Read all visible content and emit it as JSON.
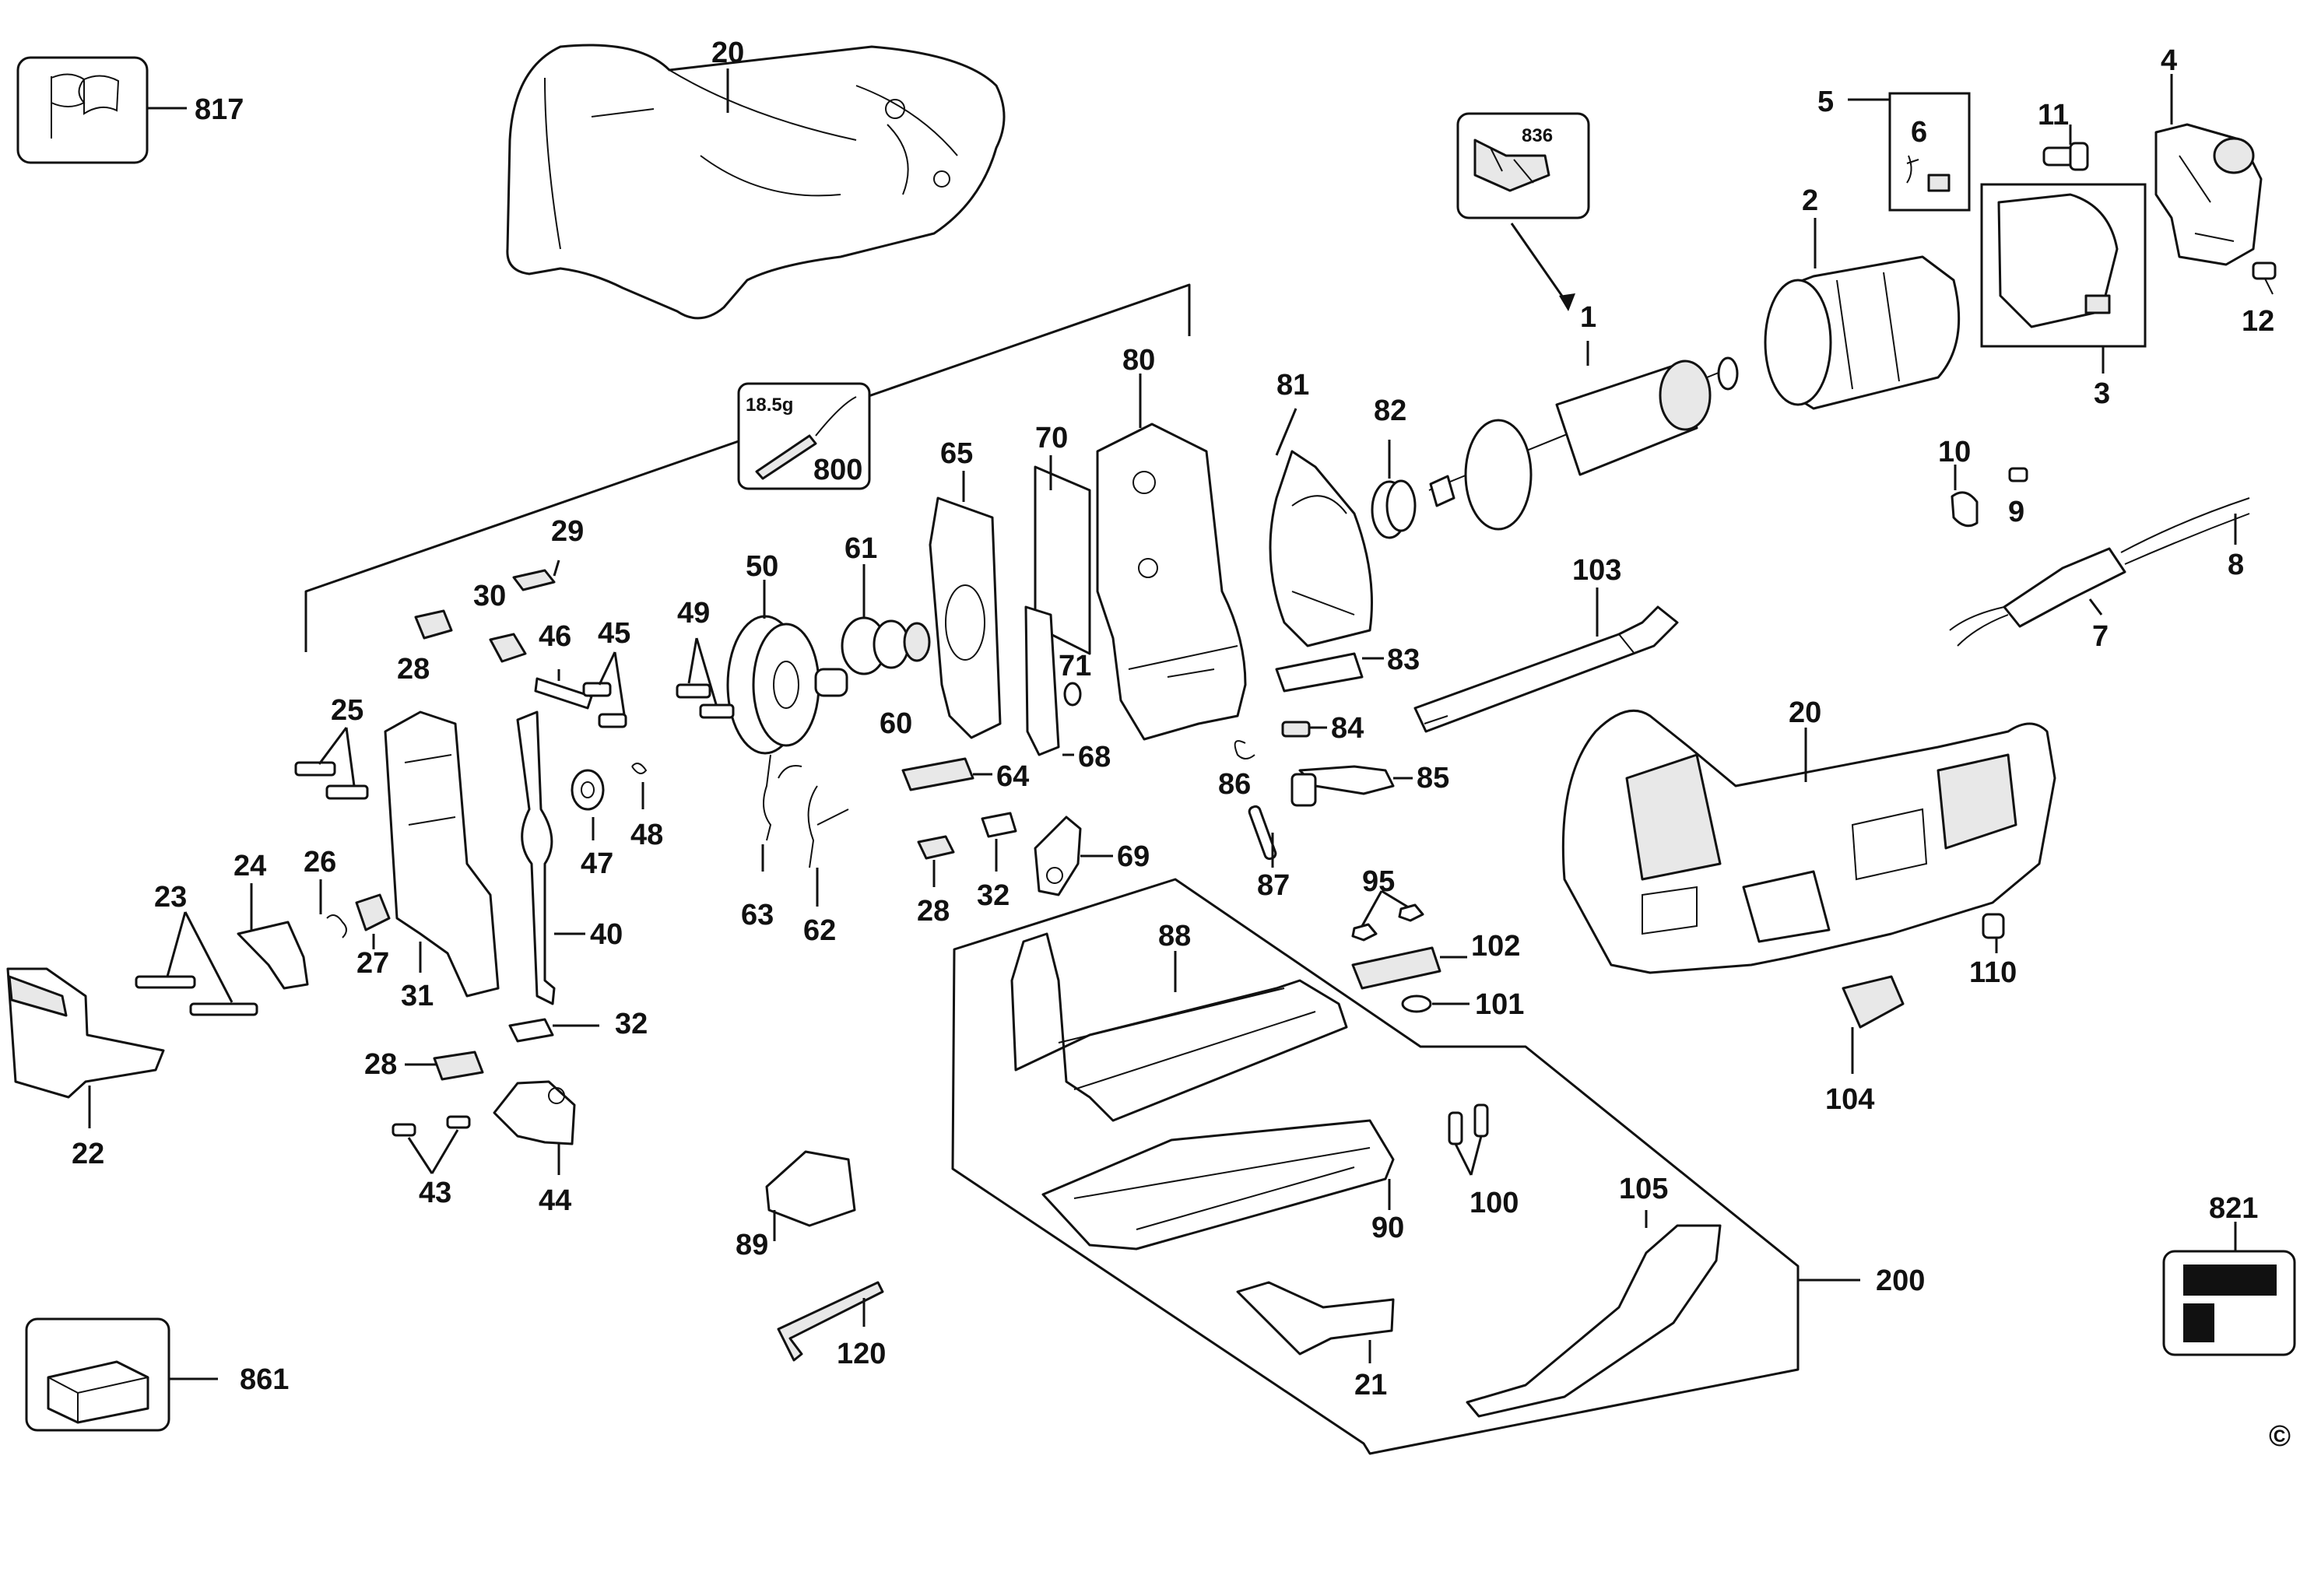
{
  "diagram": {
    "callouts": [
      {
        "id": "c817",
        "text": "817"
      },
      {
        "id": "c20a",
        "text": "20"
      },
      {
        "id": "c836",
        "text": "836"
      },
      {
        "id": "c1",
        "text": "1"
      },
      {
        "id": "c5",
        "text": "5"
      },
      {
        "id": "c6",
        "text": "6"
      },
      {
        "id": "c11",
        "text": "11"
      },
      {
        "id": "c2",
        "text": "2"
      },
      {
        "id": "c4",
        "text": "4"
      },
      {
        "id": "c12",
        "text": "12"
      },
      {
        "id": "c3",
        "text": "3"
      },
      {
        "id": "c80",
        "text": "80"
      },
      {
        "id": "c81",
        "text": "81"
      },
      {
        "id": "c82",
        "text": "82"
      },
      {
        "id": "c70",
        "text": "70"
      },
      {
        "id": "c65",
        "text": "65"
      },
      {
        "id": "c800",
        "text": "800"
      },
      {
        "id": "cw",
        "text": "18.5g"
      },
      {
        "id": "c10",
        "text": "10"
      },
      {
        "id": "c9",
        "text": "9"
      },
      {
        "id": "c8",
        "text": "8"
      },
      {
        "id": "c7",
        "text": "7"
      },
      {
        "id": "c103",
        "text": "103"
      },
      {
        "id": "c29",
        "text": "29"
      },
      {
        "id": "c30",
        "text": "30"
      },
      {
        "id": "c46",
        "text": "46"
      },
      {
        "id": "c45",
        "text": "45"
      },
      {
        "id": "c49",
        "text": "49"
      },
      {
        "id": "c50",
        "text": "50"
      },
      {
        "id": "c61",
        "text": "61"
      },
      {
        "id": "c28a",
        "text": "28"
      },
      {
        "id": "c71",
        "text": "71"
      },
      {
        "id": "c83",
        "text": "83"
      },
      {
        "id": "c60",
        "text": "60"
      },
      {
        "id": "c84",
        "text": "84"
      },
      {
        "id": "c20b",
        "text": "20"
      },
      {
        "id": "c25",
        "text": "25"
      },
      {
        "id": "c64",
        "text": "64"
      },
      {
        "id": "c68",
        "text": "68"
      },
      {
        "id": "c86",
        "text": "86"
      },
      {
        "id": "c85",
        "text": "85"
      },
      {
        "id": "c48",
        "text": "48"
      },
      {
        "id": "c47",
        "text": "47"
      },
      {
        "id": "c69",
        "text": "69"
      },
      {
        "id": "c26",
        "text": "26"
      },
      {
        "id": "c24",
        "text": "24"
      },
      {
        "id": "c23",
        "text": "23"
      },
      {
        "id": "c63",
        "text": "63"
      },
      {
        "id": "c62",
        "text": "62"
      },
      {
        "id": "c87",
        "text": "87"
      },
      {
        "id": "c95",
        "text": "95"
      },
      {
        "id": "c28b",
        "text": "28"
      },
      {
        "id": "c32a",
        "text": "32"
      },
      {
        "id": "c40",
        "text": "40"
      },
      {
        "id": "c27",
        "text": "27"
      },
      {
        "id": "c31",
        "text": "31"
      },
      {
        "id": "c88",
        "text": "88"
      },
      {
        "id": "c102",
        "text": "102"
      },
      {
        "id": "c110",
        "text": "110"
      },
      {
        "id": "c101",
        "text": "101"
      },
      {
        "id": "c32b",
        "text": "32"
      },
      {
        "id": "c28c",
        "text": "28"
      },
      {
        "id": "c104",
        "text": "104"
      },
      {
        "id": "c22",
        "text": "22"
      },
      {
        "id": "c43",
        "text": "43"
      },
      {
        "id": "c44",
        "text": "44"
      },
      {
        "id": "c100",
        "text": "100"
      },
      {
        "id": "c105",
        "text": "105"
      },
      {
        "id": "c89",
        "text": "89"
      },
      {
        "id": "c90",
        "text": "90"
      },
      {
        "id": "c821",
        "text": "821"
      },
      {
        "id": "c200",
        "text": "200"
      },
      {
        "id": "c120",
        "text": "120"
      },
      {
        "id": "c21",
        "text": "21"
      },
      {
        "id": "c861",
        "text": "861"
      },
      {
        "id": "ccopy",
        "text": "©"
      }
    ]
  }
}
